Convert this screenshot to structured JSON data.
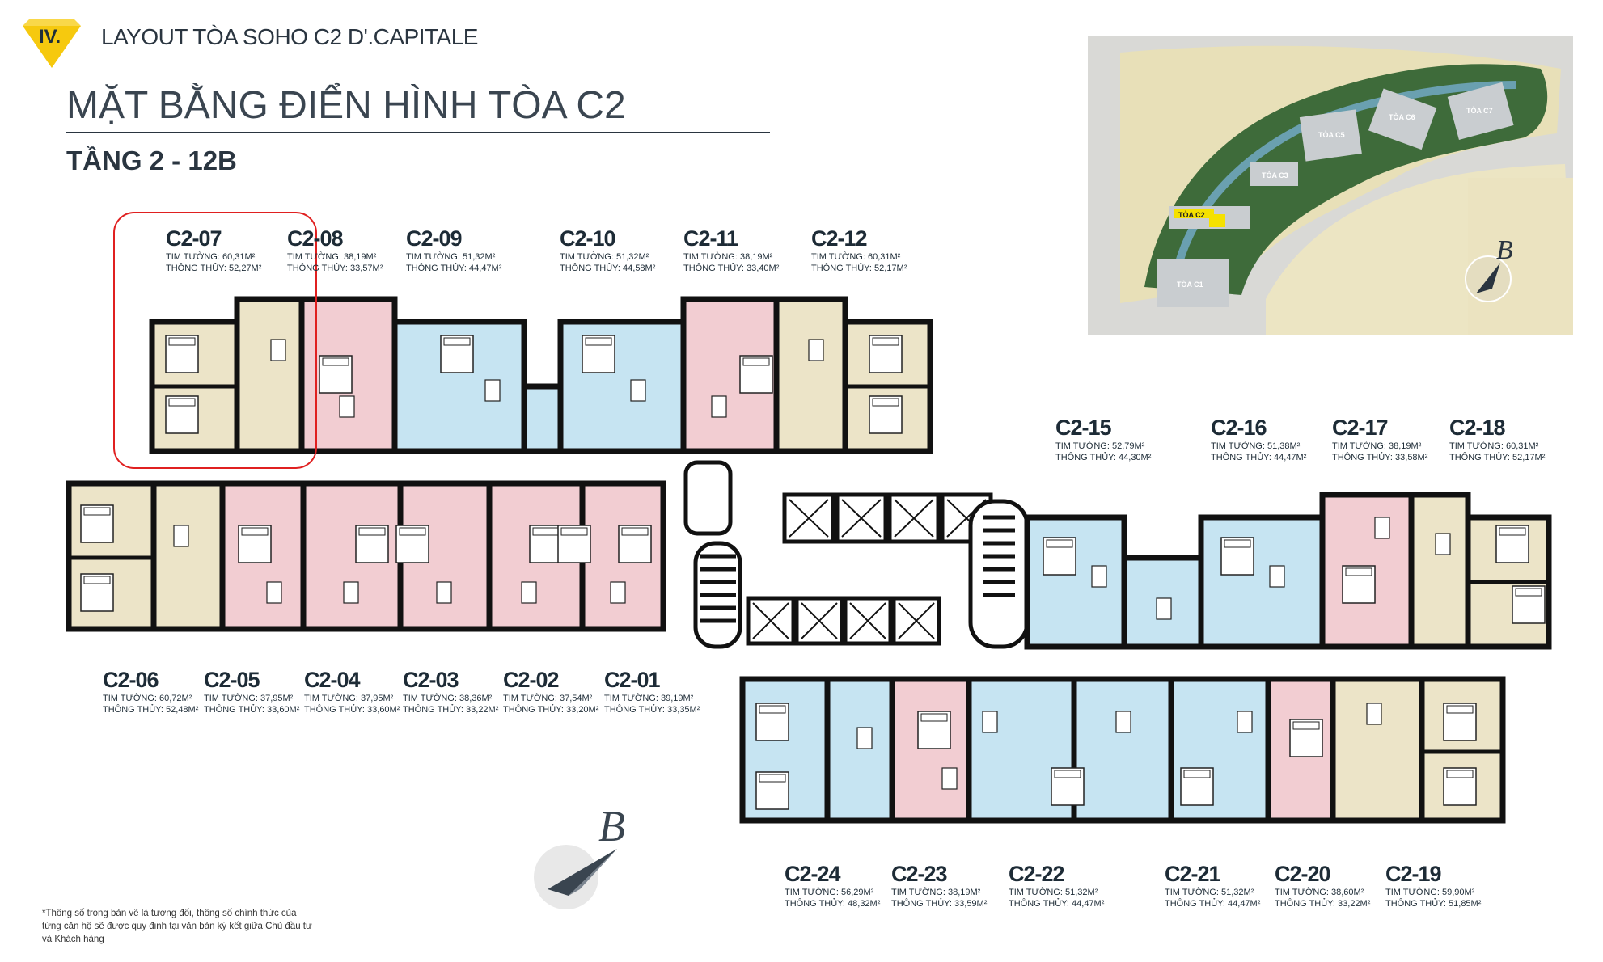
{
  "header": {
    "section_badge": "IV.",
    "section_title": "LAYOUT TÒA SOHO C2 D'.CAPITALE",
    "page_title": "MẶT BẰNG ĐIỂN HÌNH TÒA C2",
    "floor_title": "TẦNG 2 - 12B"
  },
  "site_map": {
    "buildings": [
      "TÒA C5",
      "TÒA C6",
      "TÒA C7",
      "TÒA C3",
      "TÒA C2",
      "TÒA C1"
    ],
    "north_label": "B"
  },
  "compass": {
    "north_label": "B"
  },
  "units": [
    {
      "code": "C2-07",
      "wall": "TIM TƯỜNG: 60,31M²",
      "clear": "THÔNG THỦY: 52,27M²"
    },
    {
      "code": "C2-08",
      "wall": "TIM TƯỜNG: 38,19M²",
      "clear": "THÔNG THỦY: 33,57M²"
    },
    {
      "code": "C2-09",
      "wall": "TIM TƯỜNG: 51,32M²",
      "clear": "THÔNG THỦY: 44,47M²"
    },
    {
      "code": "C2-10",
      "wall": "TIM TƯỜNG: 51,32M²",
      "clear": "THÔNG THỦY: 44,58M²"
    },
    {
      "code": "C2-11",
      "wall": "TIM TƯỜNG: 38,19M²",
      "clear": "THÔNG THỦY: 33,40M²"
    },
    {
      "code": "C2-12",
      "wall": "TIM TƯỜNG: 60,31M²",
      "clear": "THÔNG THỦY: 52,17M²"
    },
    {
      "code": "C2-15",
      "wall": "TIM TƯỜNG: 52,79M²",
      "clear": "THÔNG THỦY: 44,30M²"
    },
    {
      "code": "C2-16",
      "wall": "TIM TƯỜNG: 51,38M²",
      "clear": "THÔNG THỦY: 44,47M²"
    },
    {
      "code": "C2-17",
      "wall": "TIM TƯỜNG: 38,19M²",
      "clear": "THÔNG THỦY: 33,58M²"
    },
    {
      "code": "C2-18",
      "wall": "TIM TƯỜNG: 60,31M²",
      "clear": "THÔNG THỦY: 52,17M²"
    },
    {
      "code": "C2-06",
      "wall": "TIM TƯỜNG: 60,72M²",
      "clear": "THÔNG THỦY: 52,48M²"
    },
    {
      "code": "C2-05",
      "wall": "TIM TƯỜNG: 37,95M²",
      "clear": "THÔNG THỦY: 33,60M²"
    },
    {
      "code": "C2-04",
      "wall": "TIM TƯỜNG: 37,95M²",
      "clear": "THÔNG THỦY: 33,60M²"
    },
    {
      "code": "C2-03",
      "wall": "TIM TƯỜNG: 38,36M²",
      "clear": "THÔNG THỦY: 33,22M²"
    },
    {
      "code": "C2-02",
      "wall": "TIM TƯỜNG: 37,54M²",
      "clear": "THÔNG THỦY: 33,20M²"
    },
    {
      "code": "C2-01",
      "wall": "TIM TƯỜNG: 39,19M²",
      "clear": "THÔNG THỦY: 33,35M²"
    },
    {
      "code": "C2-24",
      "wall": "TIM TƯỜNG: 56,29M²",
      "clear": "THÔNG THỦY: 48,32M²"
    },
    {
      "code": "C2-23",
      "wall": "TIM TƯỜNG: 38,19M²",
      "clear": "THÔNG THỦY: 33,59M²"
    },
    {
      "code": "C2-22",
      "wall": "TIM TƯỜNG: 51,32M²",
      "clear": "THÔNG THỦY: 44,47M²"
    },
    {
      "code": "C2-21",
      "wall": "TIM TƯỜNG: 51,32M²",
      "clear": "THÔNG THỦY: 44,47M²"
    },
    {
      "code": "C2-20",
      "wall": "TIM TƯỜNG: 38,60M²",
      "clear": "THÔNG THỦY: 33,22M²"
    },
    {
      "code": "C2-19",
      "wall": "TIM TƯỜNG: 59,90M²",
      "clear": "THÔNG THỦY: 51,85M²"
    }
  ],
  "footnote": "*Thông số trong bản vẽ là tương đối, thông số chính thức của từng căn hộ sẽ được quy định tại văn bản ký kết giữa Chủ đầu tư và Khách hàng",
  "colors": {
    "two_bedroom": "#ece4c8",
    "one_bedroom": "#f2cdd2",
    "one_bedroom_plus": "#c6e4f2",
    "wall": "#111111",
    "highlight": "#e02020",
    "badge": "#f6c90e"
  }
}
